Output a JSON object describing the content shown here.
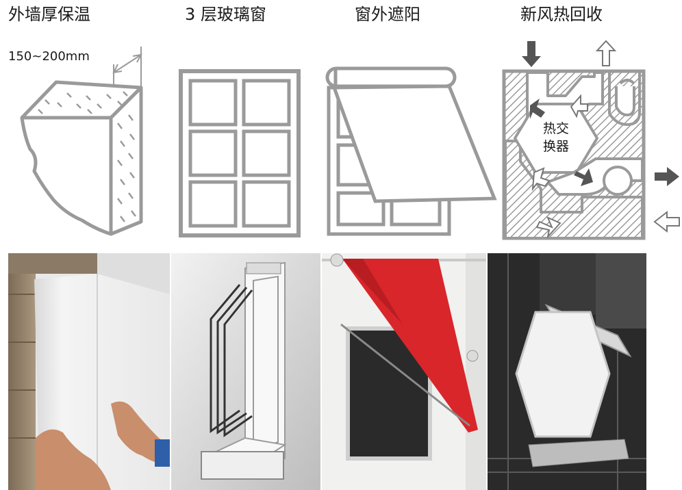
{
  "titles": {
    "wall": "外墙厚保温",
    "window": "3 层玻璃窗",
    "shade": "窗外遮阳",
    "hrv": "新风热回收"
  },
  "wall_dimension": "150~200mm",
  "hrv_core_label_line1": "热交",
  "hrv_core_label_line2": "换器",
  "colors": {
    "line_gray": "#9a9a9a",
    "awning_red": "#d8262b",
    "dark_gray": "#555555"
  }
}
